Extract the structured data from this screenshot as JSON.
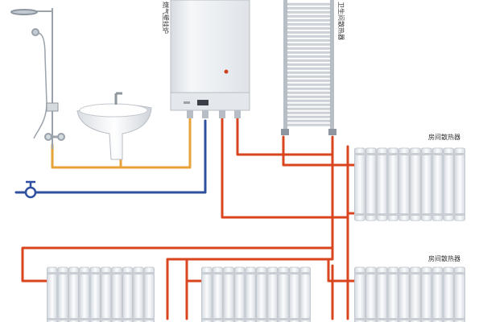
{
  "labels": {
    "boiler": "燃气壁挂炉",
    "towel_radiator": "卫生间散热器",
    "room_radiator_1": "房间散热器",
    "room_radiator_2": "房间散热器"
  },
  "colors": {
    "hot_pipe": "#d9451f",
    "warm_pipe": "#e8a23a",
    "cold_pipe": "#2f4fa0",
    "radiator_body": "#f1f3f6",
    "boiler_body": "#eef1f4",
    "fixture": "#e9ecef"
  },
  "icons": {
    "shower": "shower-icon",
    "basin": "wash-basin-icon",
    "valve": "water-valve-icon",
    "boiler": "wall-boiler-icon",
    "towel_rail": "towel-radiator-icon",
    "radiator": "radiator-icon"
  }
}
